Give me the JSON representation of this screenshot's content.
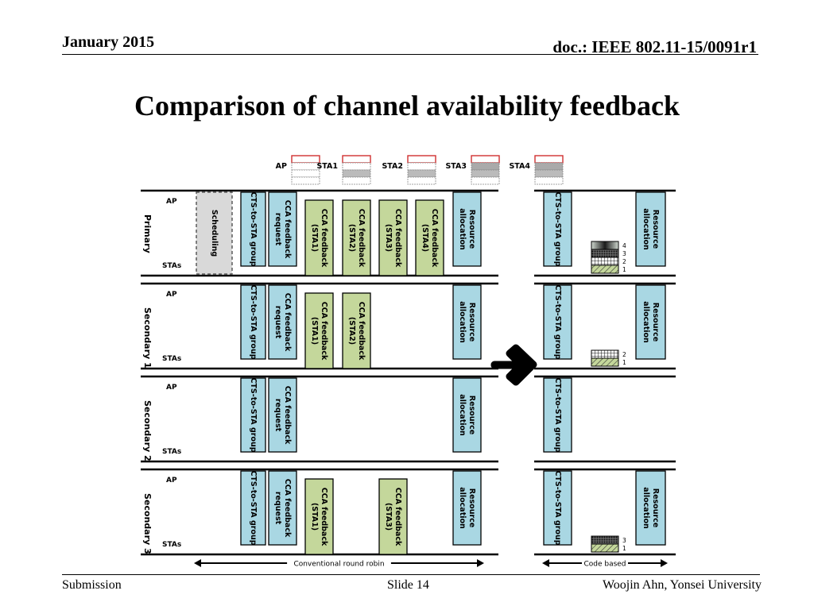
{
  "header": {
    "date": "January 2015",
    "doc_id": "doc.: IEEE 802.11-15/0091r1"
  },
  "title": "Comparison of channel availability feedback",
  "footer": {
    "submission": "Submission",
    "slide": "Slide 14",
    "author": "Woojin Ahn, Yonsei University"
  },
  "diagram": {
    "legend_labels": [
      "AP",
      "STA1",
      "STA2",
      "STA3",
      "STA4"
    ],
    "channels": [
      {
        "name": "Primary",
        "ap": "AP",
        "stas": "STAs"
      },
      {
        "name": "Secondary 1",
        "ap": "AP",
        "stas": "STAs"
      },
      {
        "name": "Secondary 2",
        "ap": "AP",
        "stas": "STAs"
      },
      {
        "name": "Secondary 3",
        "ap": "AP",
        "stas": "STAs"
      }
    ],
    "box_labels": {
      "scheduling": "Scheduling",
      "cts": "CTS-to-STA group",
      "cca_req": [
        "CCA feedback",
        "request"
      ],
      "resource": [
        "Resource",
        "allocation"
      ],
      "fb_sta1": [
        "CCA feedback",
        "(STA1)"
      ],
      "fb_sta2": [
        "CCA feedback",
        "(STA2)"
      ],
      "fb_sta3": [
        "CCA feedback",
        "(STA3)"
      ],
      "fb_sta4": [
        "CCA feedback",
        "(STA4)"
      ]
    },
    "code_numbers": {
      "primary": [
        "4",
        "3",
        "2",
        "1"
      ],
      "secondary1": [
        "2",
        "1"
      ],
      "secondary3": [
        "3",
        "1"
      ]
    },
    "bottom_labels": {
      "conventional": "Conventional round robin",
      "code_based": "Code based"
    },
    "colors": {
      "blue_box": "#a9d7e3",
      "green_box": "#c4d79b",
      "scheduling_box": "#d9d9d9",
      "legend_red": "#d03030"
    }
  }
}
